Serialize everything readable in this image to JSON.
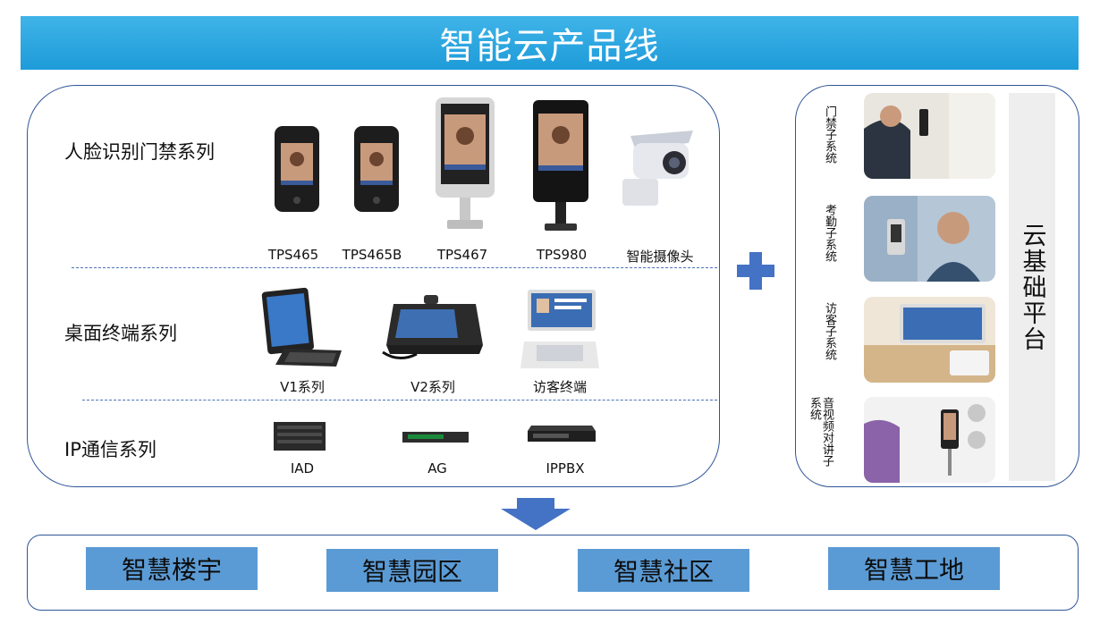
{
  "title": "智能云产品线",
  "categories": {
    "face": "人脸识别门禁系列",
    "desktop": "桌面终端系列",
    "ip": "IP通信系列"
  },
  "face_products": [
    "TPS465",
    "TPS465B",
    "TPS467",
    "TPS980",
    "智能摄像头"
  ],
  "desktop_products": [
    "V1系列",
    "V2系列",
    "访客终端"
  ],
  "ip_products": [
    "IAD",
    "AG",
    "IPPBX"
  ],
  "subsystems": [
    "门禁子系统",
    "考勤子系统",
    "访客子系统",
    "音视频对讲子系统"
  ],
  "cloud_platform": "云基础平台",
  "solutions": [
    "智慧楼宇",
    "智慧园区",
    "智慧社区",
    "智慧工地"
  ],
  "colors": {
    "banner": "#1e9bd9",
    "border": "#2f5597",
    "accent": "#5b9bd5",
    "plus": "#4472c4"
  }
}
